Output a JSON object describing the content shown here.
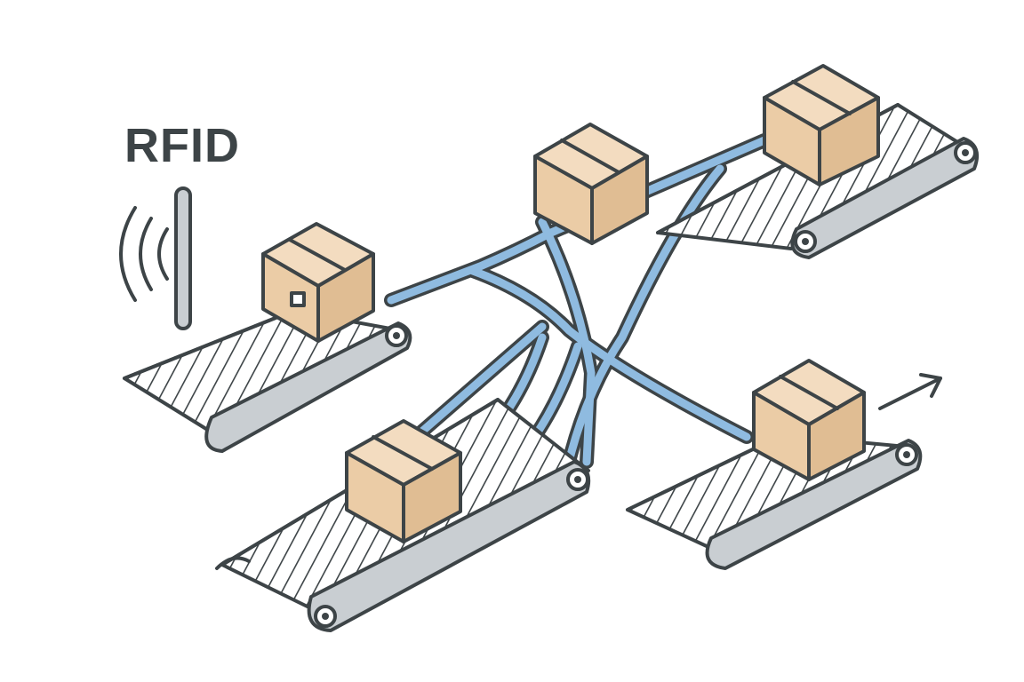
{
  "label": "RFID",
  "colors": {
    "ink": "#3d4447",
    "box_top": "#f3dcc0",
    "box_front": "#ebcca6",
    "box_side": "#e0bd93",
    "flow": "#8fbbe0",
    "roller": "#c9ced2",
    "belt": "#ffffff"
  },
  "icons": {
    "antenna": "rfid-reader-pole-icon",
    "signal": "wireless-signal-icon",
    "direction": "arrow-right-icon"
  },
  "elements": {
    "conveyors": [
      "infeed-conveyor",
      "sort-conveyor-top-right",
      "sort-conveyor-bottom-center",
      "sort-conveyor-bottom-right"
    ],
    "packages": 5,
    "tag_on_package": true
  }
}
